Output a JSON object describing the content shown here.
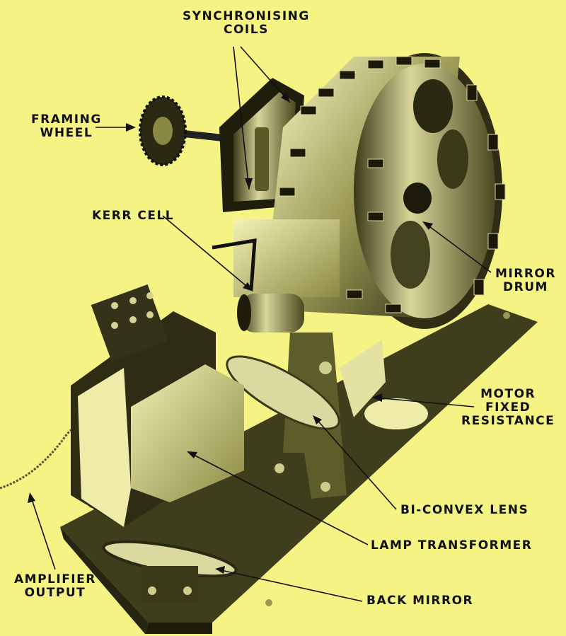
{
  "labels": {
    "synchronising_coils": [
      "SYNCHRONISING",
      "COILS"
    ],
    "framing_wheel": [
      "FRAMING",
      "WHEEL"
    ],
    "kerr_cell": "KERR CELL",
    "mirror_drum": [
      "MIRROR",
      "DRUM"
    ],
    "motor_fixed_resistance": [
      "MOTOR",
      "FIXED",
      "RESISTANCE"
    ],
    "bi_convex_lens": "BI-CONVEX LENS",
    "lamp_transformer": "LAMP TRANSFORMER",
    "amplifier_output": [
      "AMPLIFIER",
      "OUTPUT"
    ],
    "back_mirror": "BACK MIRROR"
  },
  "colors": {
    "background": "#f5f383",
    "ink": "#111111"
  }
}
